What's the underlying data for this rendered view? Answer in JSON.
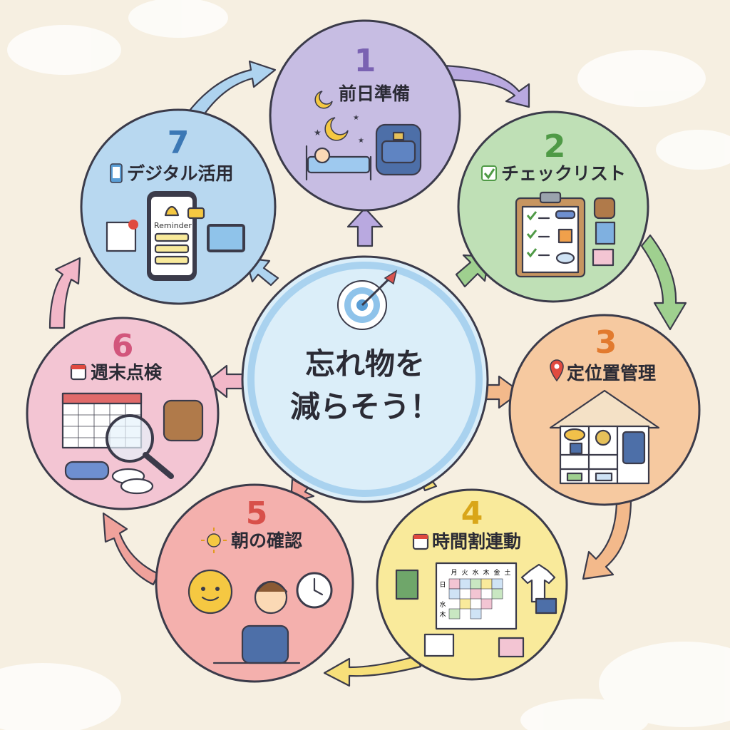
{
  "center": {
    "line1": "忘れ物を",
    "line2": "減らそう！"
  },
  "steps": [
    {
      "number": "1",
      "label": "前日準備",
      "icon": "moon-icon",
      "color": "#c7bde3",
      "num_color": "#7a62b2"
    },
    {
      "number": "2",
      "label": "チェックリスト",
      "icon": "checkbox-icon",
      "color": "#bfe0b6",
      "num_color": "#4f9a46"
    },
    {
      "number": "3",
      "label": "定位置管理",
      "icon": "location-pin-icon",
      "color": "#f6c9a0",
      "num_color": "#e27a2e"
    },
    {
      "number": "4",
      "label": "時間割連動",
      "icon": "calendar-icon",
      "color": "#f9ea9b",
      "num_color": "#d9a619"
    },
    {
      "number": "5",
      "label": "朝の確認",
      "icon": "sun-icon",
      "color": "#f4b0ad",
      "num_color": "#d8504a"
    },
    {
      "number": "6",
      "label": "週末点検",
      "icon": "calendar-icon",
      "color": "#f3c5d3",
      "num_color": "#d2567c"
    },
    {
      "number": "7",
      "label": "デジタル活用",
      "icon": "phone-icon",
      "color": "#b8d8f0",
      "num_color": "#3c78b5"
    }
  ],
  "reminder_text": "Reminder",
  "timetable_headers": [
    "月",
    "火",
    "水",
    "木",
    "金",
    "土"
  ],
  "timetable_rows": [
    "日",
    "",
    "水",
    "木"
  ]
}
